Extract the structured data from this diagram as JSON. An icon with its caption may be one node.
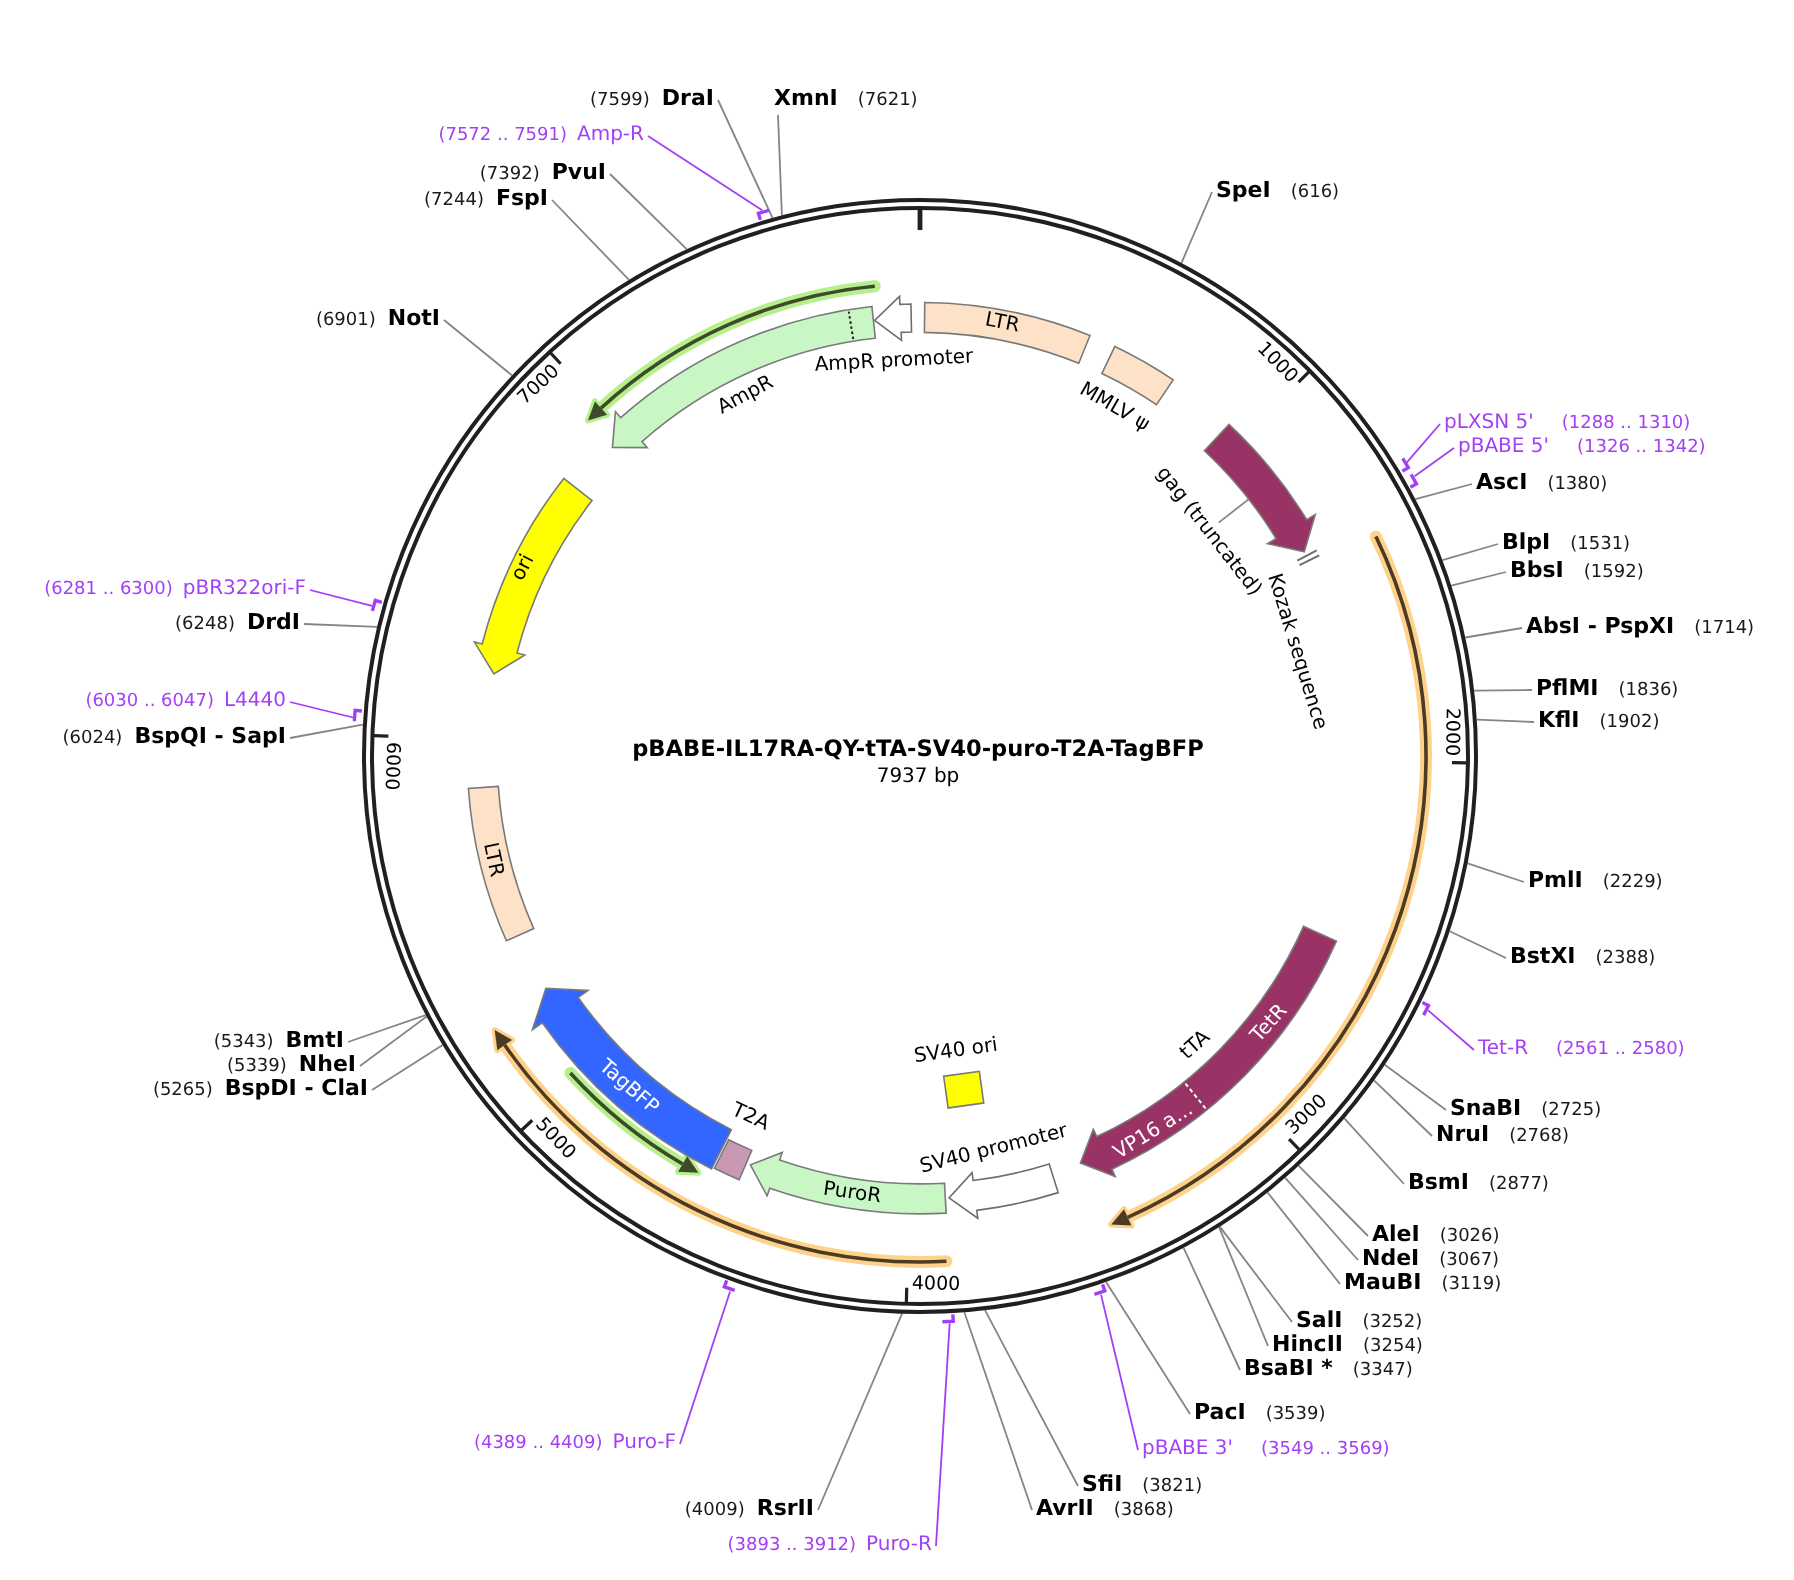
{
  "diagram": {
    "nodes": [
      {
        "text": [
          "pBABE-IL17RA-QY-tTA-SV40-puro-T2A-TagBFP",
          "7937 bp"
        ]
      },
      {
        "text": [
          "AmpR promoter"
        ],
        "in": 0
      },
      {
        "text": [
          "LTR"
        ],
        "in": 0
      },
      {
        "text": [
          "MMLV ψ"
        ],
        "in": 0
      },
      {
        "text": [
          "gag (truncated)"
        ],
        "in": 0
      },
      {
        "text": [],
        "shape": "arrow",
        "in": 0
      },
      {
        "text": [
          "Kozak sequence"
        ],
        "in": 0
      },
      {
        "text": [
          "AmpR"
        ],
        "in": 0
      },
      {
        "text": [
          "ori"
        ],
        "in": 0
      },
      {
        "text": [
          "LTR"
        ],
        "in": 0
      },
      {
        "text": [
          "SV40 ori"
        ],
        "in": 0
      },
      {
        "text": [
          "tTA",
          "TetR",
          "VP16 a..."
        ],
        "in": 0
      },
      {
        "text": [
          "SV40 promoter"
        ],
        "in": 0
      },
      {
        "text": [
          "PuroR"
        ],
        "in": 0
      },
      {
        "text": [
          "T2A"
        ],
        "in": 0
      },
      {
        "text": [
          "TagBFP"
        ],
        "in": 0
      },
      {
        "text": [
          "(7599)",
          "DraI"
        ]
      },
      {
        "text": [
          "XmnI",
          "(7621)"
        ]
      },
      {
        "text": [
          "(7572 .. 7591)",
          "Amp-R"
        ]
      },
      {
        "text": [
          "(7392)",
          "PvuI"
        ]
      },
      {
        "text": [
          "SpeI",
          "(616)"
        ]
      },
      {
        "text": [
          "(7244)",
          "FspI"
        ]
      },
      {
        "text": [
          "(6901)",
          "NotI"
        ]
      },
      {
        "text": [
          "pLXSN 5'",
          "(1288 .. 1310)"
        ]
      },
      {
        "text": [
          "pBABE 5'",
          "(1326 .. 1342)"
        ]
      },
      {
        "text": [
          "AscI",
          "(1380)"
        ]
      },
      {
        "text": [
          "BlpI",
          "(1531)"
        ]
      },
      {
        "text": [
          "BbsI",
          "(1592)"
        ]
      },
      {
        "text": [
          "(6281 .. 6300)",
          "pBR322ori-F"
        ]
      },
      {
        "text": [
          "(6248)",
          "DrdI"
        ]
      },
      {
        "text": [
          "AbsI - PspXI",
          "(1714)"
        ]
      },
      {
        "text": [
          "PflMI",
          "(1836)"
        ]
      },
      {
        "text": [
          "(6030 .. 6047)",
          "L4440"
        ]
      },
      {
        "text": [
          "KflI",
          "(1902)"
        ]
      },
      {
        "text": [
          "(6024)",
          "BspQI - SapI"
        ]
      },
      {
        "text": [
          "PmlI",
          "(2229)"
        ]
      },
      {
        "text": [
          "BstXI",
          "(2388)"
        ]
      },
      {
        "text": [
          "(5343)",
          "BmtI"
        ]
      },
      {
        "text": [
          "Tet-R",
          "(2561 .. 2580)"
        ]
      },
      {
        "text": [
          "(5339)",
          "NheI"
        ]
      },
      {
        "text": [
          "(5265)",
          "BspDI - ClaI"
        ]
      },
      {
        "text": [
          "SnaBI",
          "(2725)"
        ]
      },
      {
        "text": [
          "NruI",
          "(2768)"
        ]
      },
      {
        "text": [
          "BsmI",
          "(2877)"
        ]
      },
      {
        "text": [
          "AleI",
          "(3026)"
        ]
      },
      {
        "text": [
          "NdeI",
          "(3067)"
        ]
      },
      {
        "text": [
          "MauBI",
          "(3119)"
        ]
      },
      {
        "text": [
          "SalI",
          "(3252)"
        ]
      },
      {
        "text": [
          "HincII",
          "(3254)"
        ]
      },
      {
        "text": [
          "BsaBI *",
          "(3347)"
        ]
      },
      {
        "text": [
          "PacI",
          "(3539)"
        ]
      },
      {
        "text": [
          "(4389 .. 4409)",
          "Puro-F"
        ]
      },
      {
        "text": [
          "pBABE 3'",
          "(3549 .. 3569)"
        ]
      },
      {
        "text": [
          "SfiI",
          "(3821)"
        ]
      },
      {
        "text": [
          "(4009)",
          "RsrII"
        ]
      },
      {
        "text": [
          "AvrII",
          "(3868)"
        ]
      },
      {
        "text": [
          "(3893 .. 3912)",
          "Puro-R"
        ]
      },
      {
        "text": [],
        "shape": "bar",
        "in": 0
      },
      {
        "text": [],
        "shape": "bar",
        "in": 0
      },
      {
        "text": [],
        "shape": "bar",
        "in": 0
      },
      {
        "text": [],
        "shape": "bar",
        "in": 0
      },
      {
        "text": [],
        "shape": "bar",
        "in": 0
      },
      {
        "text": [],
        "shape": "bar",
        "in": 0
      },
      {
        "text": [],
        "shape": "bar",
        "in": 0
      },
      {
        "text": [],
        "shape": "bar",
        "in": 0
      },
      {
        "text": [],
        "shape": "bar",
        "in": 0
      }
    ],
    "edges": [
      {
        "from": 4,
        "to": 5,
        "arrow": "none"
      },
      {
        "from": 16,
        "to": 0,
        "arrow": "none"
      },
      {
        "from": 17,
        "to": 0,
        "arrow": "none"
      },
      {
        "from": 18,
        "to": 57,
        "arrow": "none",
        "color": "#a33ff5"
      },
      {
        "from": 19,
        "to": 0,
        "arrow": "none"
      },
      {
        "from": 20,
        "to": 0,
        "arrow": "none"
      },
      {
        "from": 21,
        "to": 0,
        "arrow": "none"
      },
      {
        "from": 22,
        "to": 0,
        "arrow": "none"
      },
      {
        "from": 23,
        "to": 58,
        "arrow": "none",
        "color": "#a33ff5"
      },
      {
        "from": 24,
        "to": 59,
        "arrow": "none",
        "color": "#a33ff5"
      },
      {
        "from": 25,
        "to": 0,
        "arrow": "none"
      },
      {
        "from": 26,
        "to": 0,
        "arrow": "none"
      },
      {
        "from": 27,
        "to": 0,
        "arrow": "none"
      },
      {
        "from": 28,
        "to": 60,
        "arrow": "none",
        "color": "#a33ff5"
      },
      {
        "from": 29,
        "to": 0,
        "arrow": "none"
      },
      {
        "from": 30,
        "to": 0,
        "arrow": "none"
      },
      {
        "from": 31,
        "to": 0,
        "arrow": "none"
      },
      {
        "from": 32,
        "to": 61,
        "arrow": "none",
        "color": "#a33ff5"
      },
      {
        "from": 33,
        "to": 0,
        "arrow": "none"
      },
      {
        "from": 34,
        "to": 0,
        "arrow": "none"
      },
      {
        "from": 35,
        "to": 0,
        "arrow": "none"
      },
      {
        "from": 36,
        "to": 0,
        "arrow": "none"
      },
      {
        "from": 37,
        "to": 0,
        "arrow": "none"
      },
      {
        "from": 38,
        "to": 62,
        "arrow": "none",
        "color": "#a33ff5"
      },
      {
        "from": 39,
        "to": 0,
        "arrow": "none"
      },
      {
        "from": 40,
        "to": 0,
        "arrow": "none"
      },
      {
        "from": 41,
        "to": 0,
        "arrow": "none"
      },
      {
        "from": 42,
        "to": 0,
        "arrow": "none"
      },
      {
        "from": 43,
        "to": 0,
        "arrow": "none"
      },
      {
        "from": 44,
        "to": 0,
        "arrow": "none"
      },
      {
        "from": 45,
        "to": 0,
        "arrow": "none"
      },
      {
        "from": 46,
        "to": 0,
        "arrow": "none"
      },
      {
        "from": 47,
        "to": 0,
        "arrow": "none"
      },
      {
        "from": 48,
        "to": 0,
        "arrow": "none"
      },
      {
        "from": 49,
        "to": 0,
        "arrow": "none"
      },
      {
        "from": 50,
        "to": 0,
        "arrow": "none"
      },
      {
        "from": 51,
        "to": 64,
        "arrow": "none",
        "color": "#a33ff5"
      },
      {
        "from": 52,
        "to": 63,
        "arrow": "none",
        "color": "#a33ff5"
      },
      {
        "from": 53,
        "to": 0,
        "arrow": "none"
      },
      {
        "from": 54,
        "to": 0,
        "arrow": "none"
      },
      {
        "from": 55,
        "to": 0,
        "arrow": "none"
      },
      {
        "from": 56,
        "to": 65,
        "arrow": "none",
        "color": "#a33ff5"
      }
    ],
    "labels": [
      "1000",
      "2000",
      "3000",
      "4000",
      "5000",
      "6000",
      "7000"
    ]
  }
}
